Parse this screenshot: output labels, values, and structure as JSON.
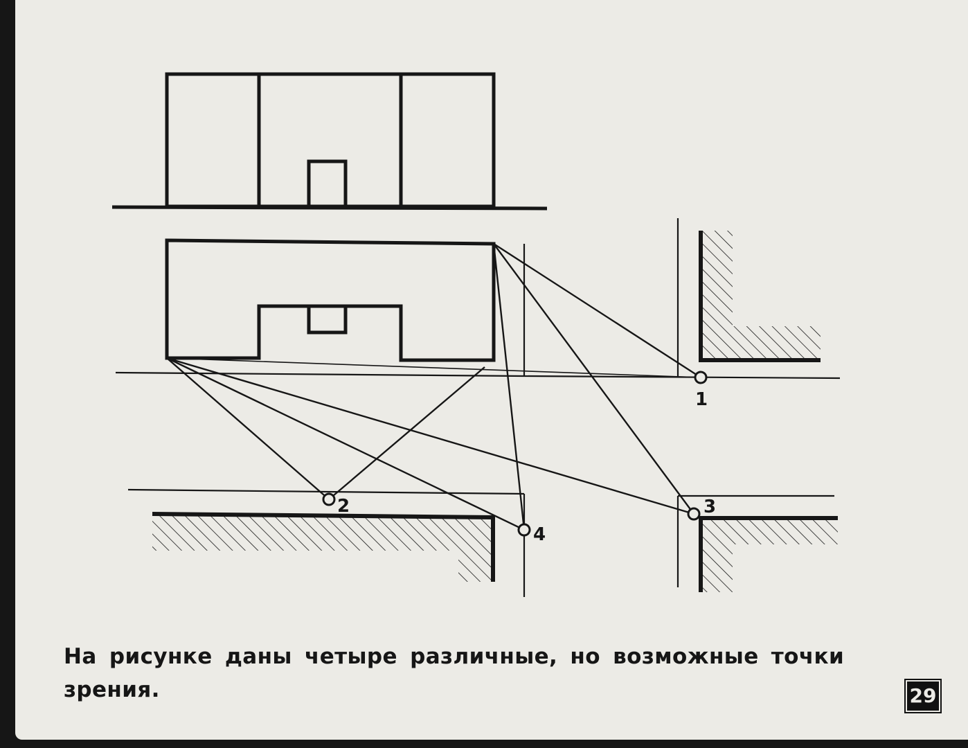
{
  "diagram": {
    "viewpoints": [
      {
        "id": "1",
        "label": "1"
      },
      {
        "id": "2",
        "label": "2"
      },
      {
        "id": "3",
        "label": "3"
      },
      {
        "id": "4",
        "label": "4"
      }
    ]
  },
  "caption": {
    "line1": "На рисунке даны четыре различные, но возможные точки",
    "line2": "зрения."
  },
  "page_number": "29",
  "colors": {
    "ink": "#161616",
    "paper": "#ecebe6",
    "frame": "#161616"
  }
}
